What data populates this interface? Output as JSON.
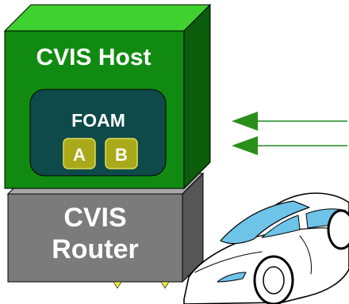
{
  "host": {
    "label": "CVIS Host"
  },
  "foam": {
    "label": "FOAM",
    "slots": [
      {
        "label": "A"
      },
      {
        "label": "B"
      }
    ]
  },
  "router": {
    "line1": "CVIS",
    "line2": "Router"
  },
  "icons": [
    "car-icon",
    "arrow-left-icon"
  ],
  "colors": {
    "host_front": "#0f8a0f",
    "host_top": "#3fd32f",
    "host_side": "#0a5a0a",
    "foam_panel": "#0e4b4b",
    "slot_fill": "#a9a91a",
    "router_front": "#7a7a7a",
    "router_top": "#b0b0b0",
    "router_side": "#5a5a5a",
    "arrow": "#1f8a1f"
  }
}
